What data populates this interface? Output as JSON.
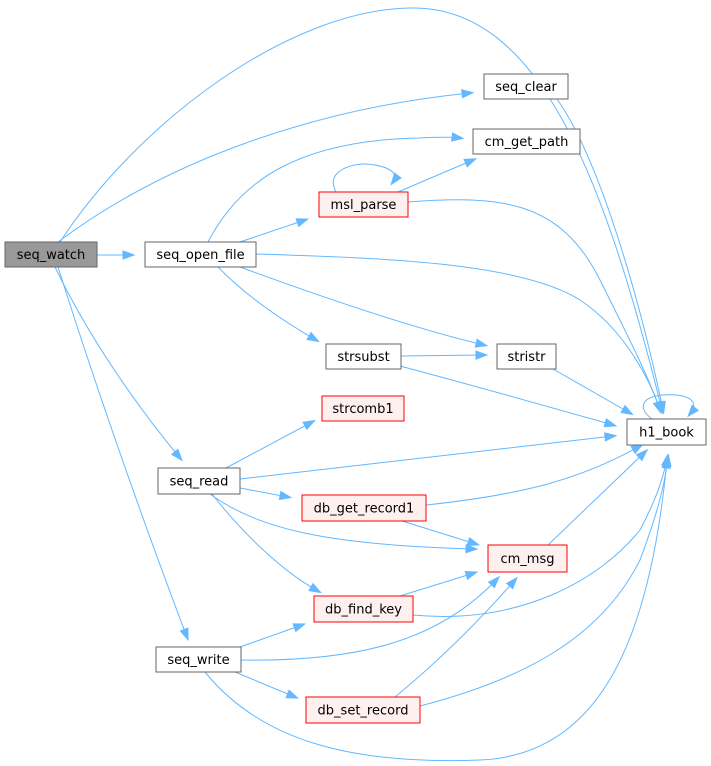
{
  "colors": {
    "edge": "#63b8ff",
    "root_fill": "#999999",
    "root_border": "#666666",
    "normal_fill": "#ffffff",
    "normal_border": "#666666",
    "truncated_fill": "#fff0f0",
    "truncated_border": "#ff0000"
  },
  "nodes": {
    "seq_watch": {
      "label": "seq_watch",
      "style": "root"
    },
    "seq_clear": {
      "label": "seq_clear",
      "style": "normal"
    },
    "cm_get_path": {
      "label": "cm_get_path",
      "style": "normal"
    },
    "msl_parse": {
      "label": "msl_parse",
      "style": "truncated"
    },
    "seq_open_file": {
      "label": "seq_open_file",
      "style": "normal"
    },
    "strsubst": {
      "label": "strsubst",
      "style": "normal"
    },
    "stristr": {
      "label": "stristr",
      "style": "normal"
    },
    "strcomb1": {
      "label": "strcomb1",
      "style": "truncated"
    },
    "h1_book": {
      "label": "h1_book",
      "style": "normal"
    },
    "seq_read": {
      "label": "seq_read",
      "style": "normal"
    },
    "db_get_record1": {
      "label": "db_get_record1",
      "style": "truncated"
    },
    "cm_msg": {
      "label": "cm_msg",
      "style": "truncated"
    },
    "db_find_key": {
      "label": "db_find_key",
      "style": "truncated"
    },
    "seq_write": {
      "label": "seq_write",
      "style": "normal"
    },
    "db_set_record": {
      "label": "db_set_record",
      "style": "truncated"
    }
  },
  "edges": [
    {
      "from": "seq_watch",
      "to": "seq_clear"
    },
    {
      "from": "seq_watch",
      "to": "h1_book"
    },
    {
      "from": "seq_watch",
      "to": "seq_open_file"
    },
    {
      "from": "seq_watch",
      "to": "seq_read"
    },
    {
      "from": "seq_watch",
      "to": "seq_write"
    },
    {
      "from": "seq_clear",
      "to": "h1_book"
    },
    {
      "from": "seq_open_file",
      "to": "cm_get_path"
    },
    {
      "from": "seq_open_file",
      "to": "msl_parse"
    },
    {
      "from": "seq_open_file",
      "to": "h1_book"
    },
    {
      "from": "seq_open_file",
      "to": "stristr"
    },
    {
      "from": "seq_open_file",
      "to": "strsubst"
    },
    {
      "from": "msl_parse",
      "to": "msl_parse"
    },
    {
      "from": "msl_parse",
      "to": "cm_get_path"
    },
    {
      "from": "msl_parse",
      "to": "h1_book"
    },
    {
      "from": "strsubst",
      "to": "stristr"
    },
    {
      "from": "strsubst",
      "to": "h1_book"
    },
    {
      "from": "stristr",
      "to": "h1_book"
    },
    {
      "from": "h1_book",
      "to": "h1_book"
    },
    {
      "from": "seq_read",
      "to": "strcomb1"
    },
    {
      "from": "seq_read",
      "to": "h1_book"
    },
    {
      "from": "seq_read",
      "to": "db_get_record1"
    },
    {
      "from": "seq_read",
      "to": "cm_msg"
    },
    {
      "from": "seq_read",
      "to": "db_find_key"
    },
    {
      "from": "db_get_record1",
      "to": "h1_book"
    },
    {
      "from": "db_get_record1",
      "to": "cm_msg"
    },
    {
      "from": "cm_msg",
      "to": "h1_book"
    },
    {
      "from": "db_find_key",
      "to": "cm_msg"
    },
    {
      "from": "db_find_key",
      "to": "h1_book"
    },
    {
      "from": "seq_write",
      "to": "db_find_key"
    },
    {
      "from": "seq_write",
      "to": "cm_msg"
    },
    {
      "from": "seq_write",
      "to": "db_set_record"
    },
    {
      "from": "seq_write",
      "to": "h1_book"
    },
    {
      "from": "db_set_record",
      "to": "cm_msg"
    },
    {
      "from": "db_set_record",
      "to": "h1_book"
    }
  ]
}
